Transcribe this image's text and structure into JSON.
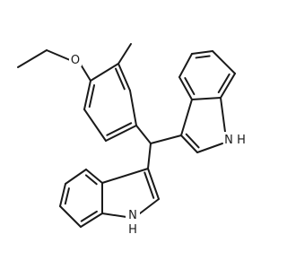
{
  "molecule": {
    "atoms": [
      {
        "id": "O",
        "label": "O"
      },
      {
        "id": "N1",
        "label": "H"
      },
      {
        "id": "N1n",
        "label": "N"
      },
      {
        "id": "N2",
        "label": "N"
      },
      {
        "id": "N2h",
        "label": "H"
      }
    ]
  }
}
